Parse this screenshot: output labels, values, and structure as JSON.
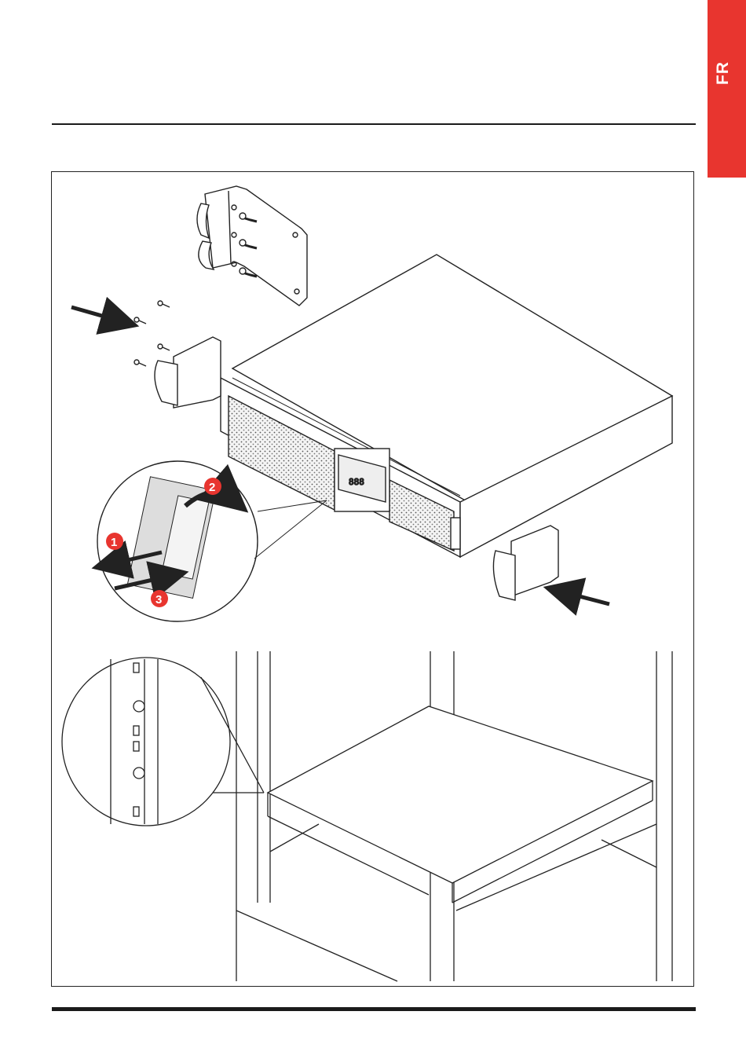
{
  "language_tab": {
    "label": "FR",
    "color": "#e8352f"
  },
  "illustration": {
    "step_badges": [
      "1",
      "2",
      "3"
    ],
    "badge_color": "#e8352f",
    "display_readout": "888"
  }
}
